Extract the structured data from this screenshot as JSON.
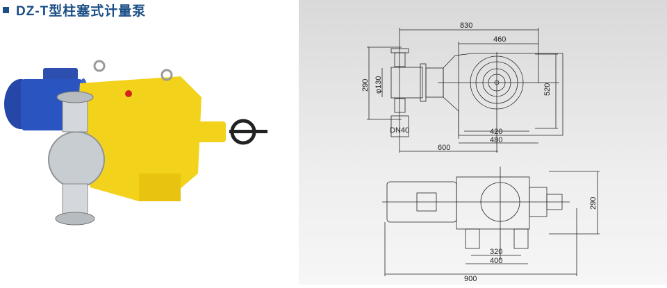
{
  "title": "DZ-T型柱塞式计量泵",
  "front_view": {
    "dim_overall_width": "830",
    "dim_body_width": "460",
    "dim_height": "290",
    "dim_plunger_dia": "φ130",
    "dim_total_height": "520",
    "dim_port": "DN40",
    "dim_base_inner": "420",
    "dim_base_outer": "480",
    "dim_offset": "600"
  },
  "top_view": {
    "dim_height": "290",
    "dim_base_inner": "320",
    "dim_base_outer": "400",
    "dim_total_length": "900"
  }
}
